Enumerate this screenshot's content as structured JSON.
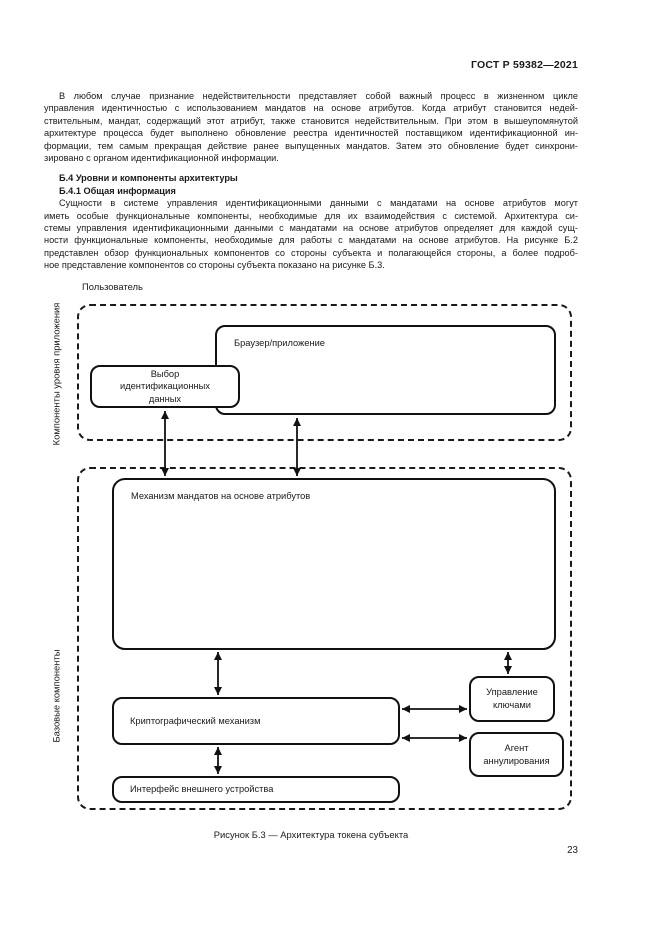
{
  "header": {
    "doc_number": "ГОСТ Р 59382—2021"
  },
  "body": {
    "para1_lines": [
      "В любом случае признание недействительности представляет собой важный процесс в жизненном цикле",
      "управления идентичностью с использованием мандатов на основе атрибутов. Когда атрибут становится недей-",
      "ствительным, мандат, содержащий этот атрибут, также становится недействительным. При этом в вышеупомянутой",
      "архитектуре процесса будет выполнено обновление реестра идентичностей поставщиком идентификационной ин-",
      "формации, тем самым прекращая действие ранее выпущенных мандатов. Затем это обновление будет синхрони-",
      "зировано с органом идентификационной информации."
    ],
    "heading1": "Б.4 Уровни и компоненты архитектуры",
    "heading2": "Б.4.1 Общая информация",
    "para2_lines": [
      "Сущности в системе управления идентификационными данными с мандатами на основе атрибутов могут",
      "иметь особые функциональные компоненты, необходимые для их взаимодействия с системой. Архитектура си-",
      "стемы управления идентификационными данными с мандатами на основе атрибутов определяет для каждой сущ-",
      "ности функциональные компоненты, необходимые для работы с мандатами на основе атрибутов. На рисунке Б.2",
      "представлен обзор функциональных компонентов со стороны субъекта и полагающейся стороны, а более подроб-",
      "ное представление компонентов со стороны субъекта показано на рисунке Б.3."
    ]
  },
  "figure": {
    "user_label": "Пользователь",
    "app_components_label": "Компоненты уровня приложения",
    "base_components_label": "Базовые компоненты",
    "boxes": {
      "browser": "Браузер/приложение",
      "credential_selection": "Выбор идентификационных данных",
      "attribute_credential_mechanism": "Механизм мандатов на основе атрибутов",
      "cryptographic_mechanism": "Криптографический механизм",
      "key_management": "Управление ключами",
      "revocation_agent": "Агент аннулирования",
      "external_device_interface": "Интерфейс внешнего устройства"
    },
    "caption": "Рисунок Б.3 — Архитектура токена субъекта"
  },
  "footer": {
    "page_number": "23"
  }
}
